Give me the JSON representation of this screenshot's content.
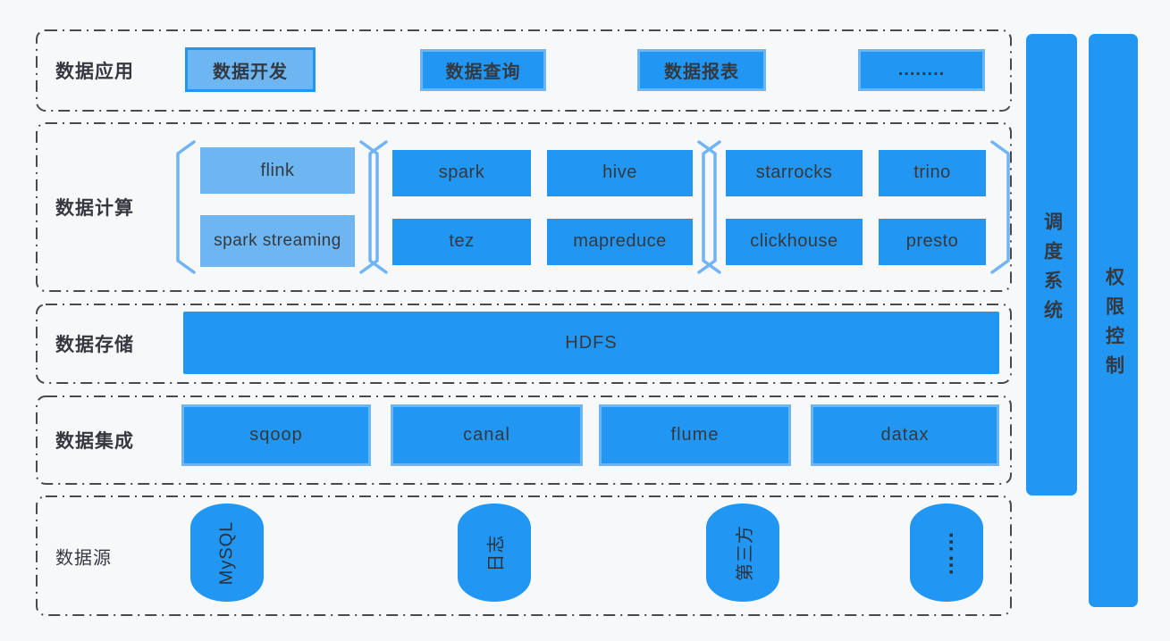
{
  "diagram": {
    "layers": {
      "app": {
        "label": "数据应用",
        "items": [
          "数据开发",
          "数据查询",
          "数据报表",
          "........"
        ]
      },
      "compute": {
        "label": "数据计算",
        "groups": [
          {
            "items": [
              "flink",
              "spark streaming"
            ]
          },
          {
            "items": [
              "spark",
              "hive",
              "tez",
              "mapreduce"
            ]
          },
          {
            "items": [
              "starrocks",
              "trino",
              "clickhouse",
              "presto"
            ]
          }
        ]
      },
      "storage": {
        "label": "数据存储",
        "items": [
          "HDFS"
        ]
      },
      "integration": {
        "label": "数据集成",
        "items": [
          "sqoop",
          "canal",
          "flume",
          "datax"
        ]
      },
      "source": {
        "label": "数据源",
        "items": [
          "MySQL",
          "日志",
          "第三方",
          "……"
        ]
      }
    },
    "sidebars": [
      {
        "label": "调度系统"
      },
      {
        "label": "权限控制"
      }
    ],
    "colors": {
      "primary_blue": "#2196f3",
      "light_blue": "#6db6f2",
      "bracket_blue": "#70b4f3",
      "background": "#f7f8fa",
      "dash_border": "#4a4a4a",
      "text": "#35393f"
    }
  }
}
